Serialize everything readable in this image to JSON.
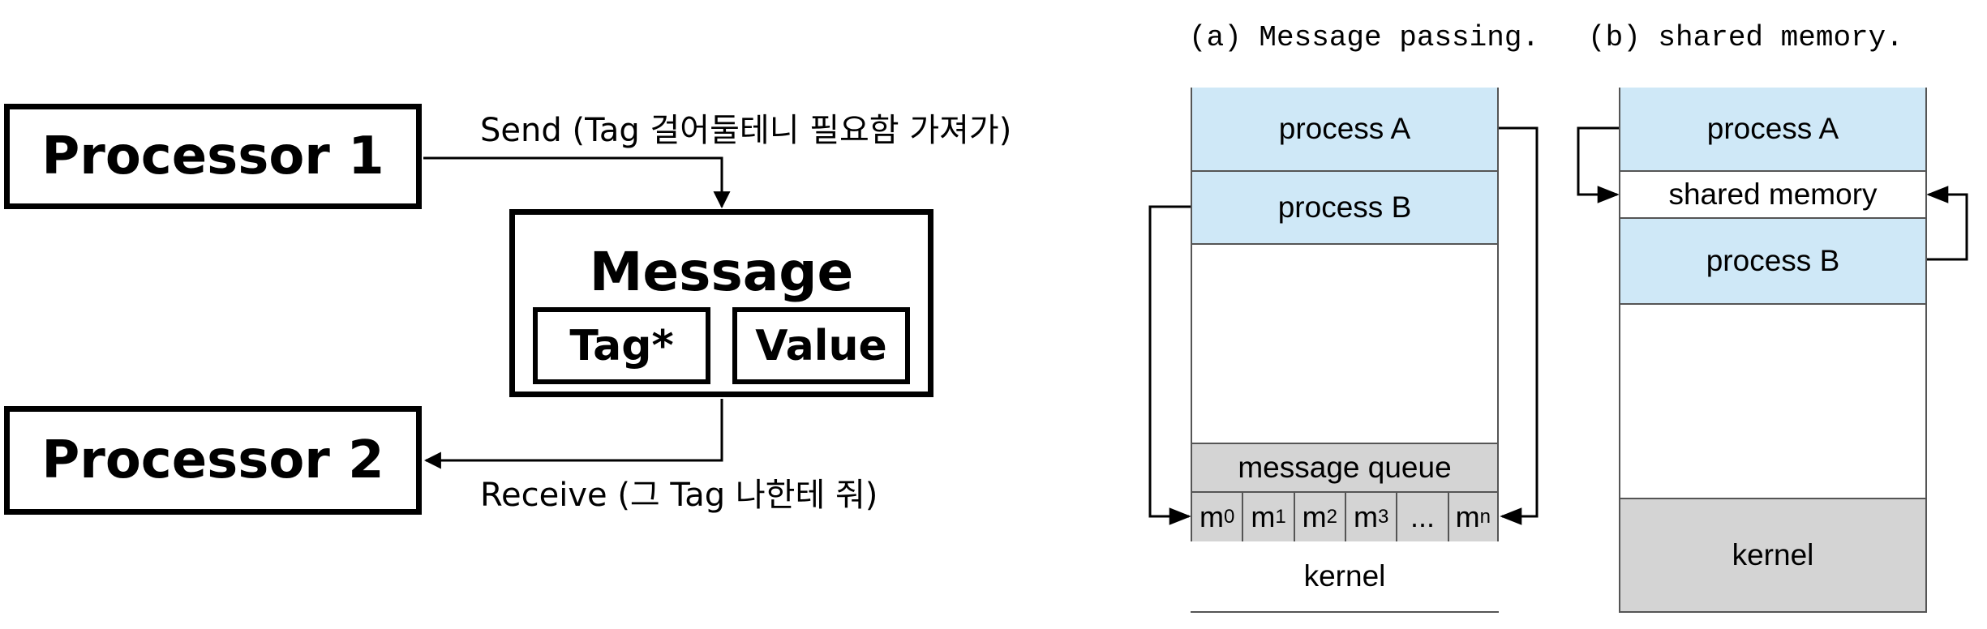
{
  "left_diagram": {
    "processor1": "Processor 1",
    "processor2": "Processor 2",
    "message_title": "Message",
    "tag_field": "Tag*",
    "value_field": "Value",
    "send_label": "Send (Tag 걸어둘테니 필요함 가져가)",
    "receive_label": "Receive (그 Tag 나한테 줘)"
  },
  "right_diagram": {
    "caption_a": "(a) Message passing.",
    "caption_b": "(b) shared memory.",
    "a": {
      "process_a": "process A",
      "process_b": "process B",
      "queue_label": "message queue",
      "queue_cells": [
        {
          "base": "m",
          "sub": "0"
        },
        {
          "base": "m",
          "sub": "1"
        },
        {
          "base": "m",
          "sub": "2"
        },
        {
          "base": "m",
          "sub": "3"
        },
        {
          "base": "...",
          "sub": ""
        },
        {
          "base": "m",
          "sub": "n"
        }
      ],
      "kernel": "kernel"
    },
    "b": {
      "process_a": "process A",
      "shared_memory": "shared memory",
      "process_b": "process B",
      "kernel": "kernel"
    },
    "colors": {
      "process_fill": "#cfe8f7",
      "queue_fill": "#d4d4d4",
      "kernel_fill": "#d4d4d4",
      "outline": "#555555"
    }
  }
}
